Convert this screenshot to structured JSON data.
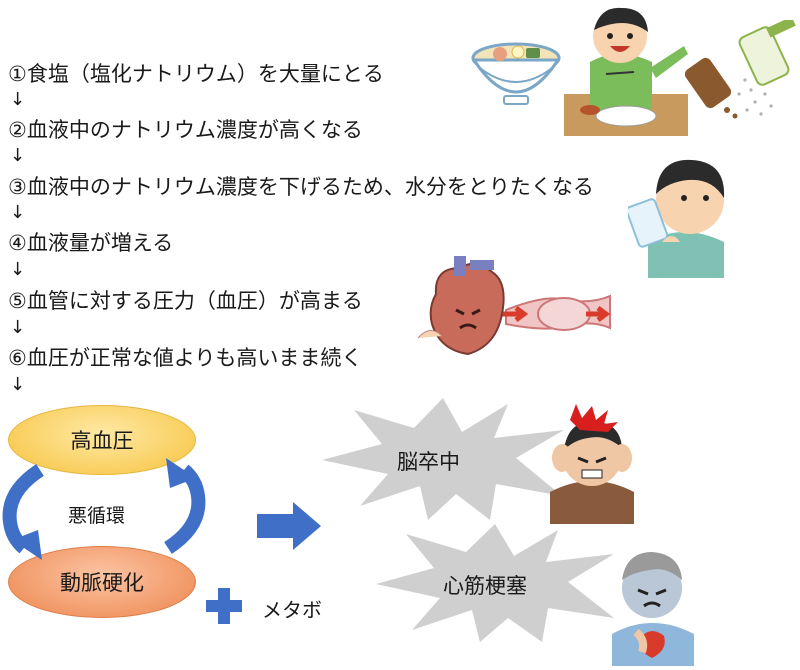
{
  "steps": [
    "①食塩（塩化ナトリウム）を大量にとる",
    "②血液中のナトリウム濃度が高くなる",
    "③血液中のナトリウム濃度を下げるため、水分をとりたくなる",
    "④血液量が増える",
    "⑤血管に対する圧力（血圧）が高まる",
    "⑥血圧が正常な値よりも高いまま続く"
  ],
  "arrow_glyph": "↓",
  "cycle": {
    "top": "高血圧",
    "bottom": "動脈硬化",
    "center": "悪循環"
  },
  "plus_label": "メタボ",
  "outcomes": [
    "脳卒中",
    "心筋梗塞"
  ],
  "colors": {
    "cycle_arrow": "#3f6fc6",
    "top_ellipse": "#f7c84c",
    "bottom_ellipse": "#ef8f5a",
    "burst": "#cfcfcf"
  },
  "illustrations": [
    "ramen-bowl",
    "boy-eating",
    "salt-shaker",
    "boy-drinking-water",
    "heart-and-vessel",
    "man-headache",
    "man-chest-pain"
  ]
}
